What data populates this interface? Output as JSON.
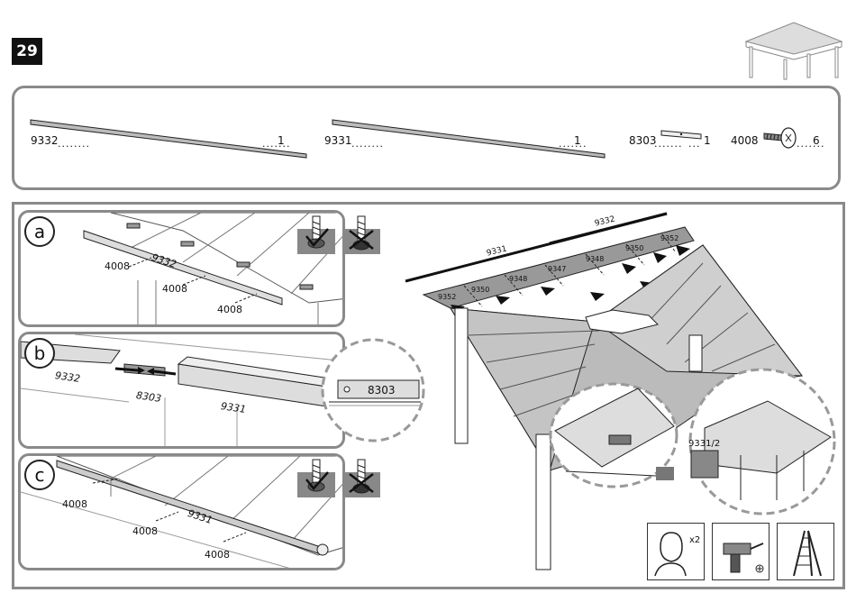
{
  "step": "29",
  "parts": [
    {
      "code": "9332",
      "qty": "1"
    },
    {
      "code": "9331",
      "qty": "1"
    },
    {
      "code": "8303",
      "qty": "1"
    },
    {
      "code": "4008",
      "qty": "6"
    }
  ],
  "panel_a": {
    "letter": "a",
    "screw_labels": [
      "4008",
      "4008",
      "4008"
    ],
    "rail_label": "9332"
  },
  "panel_b": {
    "letter": "b",
    "left_label": "9332",
    "connector_label": "8303",
    "right_label": "9331",
    "zoom_label": "8303"
  },
  "panel_c": {
    "letter": "c",
    "screw_labels": [
      "4008",
      "4008",
      "4008"
    ],
    "rail_label": "9331"
  },
  "overview": {
    "top_rail": "9332",
    "left_rail": "9331",
    "panels_back": [
      "9352",
      "9350",
      "9348",
      "9347"
    ],
    "panels_front": [
      "9348",
      "9350",
      "9352"
    ],
    "zoom_label": "9331/2"
  },
  "tools": {
    "people_count": "x2"
  }
}
